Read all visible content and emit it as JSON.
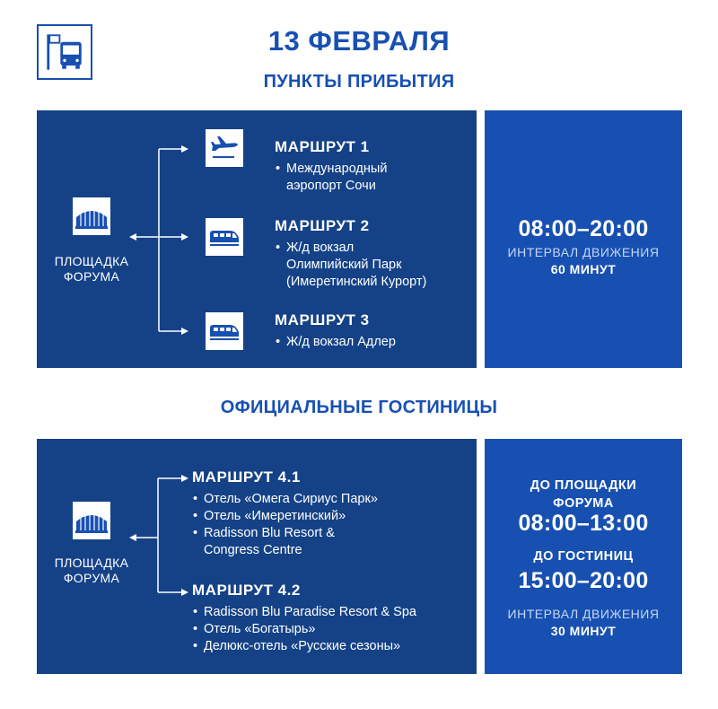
{
  "header": {
    "date": "13 ФЕВРАЛЯ",
    "section_arrivals": "ПУНКТЫ ПРИБЫТИЯ",
    "section_hotels": "ОФИЦИАЛЬНЫЕ ГОСТИНИЦЫ"
  },
  "arrivals": {
    "venue_line1": "ПЛОЩАДКА",
    "venue_line2": "ФОРУМА",
    "routes": [
      {
        "title": "МАРШРУТ 1",
        "icon": "airplane-icon",
        "stops": [
          [
            "Международный",
            "аэропорт Сочи"
          ]
        ]
      },
      {
        "title": "МАРШРУТ 2",
        "icon": "train-icon",
        "stops": [
          [
            "Ж/д вокзал",
            "Олимпийский Парк",
            "(Имеретинский Курорт)"
          ]
        ]
      },
      {
        "title": "МАРШРУТ 3",
        "icon": "train-icon",
        "stops": [
          [
            "Ж/д вокзал Адлер"
          ]
        ]
      }
    ],
    "schedule": {
      "time": "08:00–20:00",
      "interval_label": "ИНТЕРВАЛ ДВИЖЕНИЯ",
      "interval_value": "60 МИНУТ"
    }
  },
  "hotels": {
    "venue_line1": "ПЛОЩАДКА",
    "venue_line2": "ФОРУМА",
    "routes": [
      {
        "title": "МАРШРУТ 4.1",
        "stops": [
          [
            "Отель «Омега Сириус Парк»"
          ],
          [
            "Отель «Имеретинский»"
          ],
          [
            "Radisson Blu Resort &",
            "Congress Centre"
          ]
        ]
      },
      {
        "title": "МАРШРУТ 4.2",
        "stops": [
          [
            "Radisson Blu Paradise Resort & Spa"
          ],
          [
            "Отель «Богатырь»"
          ],
          [
            "Делюкс-отель «Русские сезоны»"
          ]
        ]
      }
    ],
    "schedule": {
      "to_venue_line1": "ДО ПЛОЩАДКИ",
      "to_venue_line2": "ФОРУМА",
      "to_venue_time": "08:00–13:00",
      "to_hotels": "ДО ГОСТИНИЦ",
      "to_hotels_time": "15:00–20:00",
      "interval_label": "ИНТЕРВАЛ ДВИЖЕНИЯ",
      "interval_value": "30 МИНУТ"
    }
  },
  "colors": {
    "brand_blue": "#1750b1",
    "panel_dark": "#154287",
    "panel_light": "#1750b1"
  }
}
